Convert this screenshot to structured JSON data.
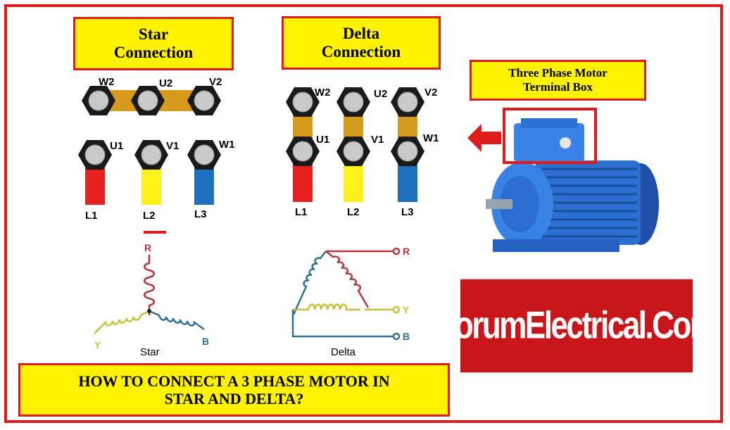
{
  "star_title": [
    "Star",
    "Connection"
  ],
  "delta_title": [
    "Delta",
    "Connection"
  ],
  "terminal_box_title": [
    "Three Phase Motor",
    "Terminal Box"
  ],
  "star_top_terminals": [
    "W2",
    "U2",
    "V2"
  ],
  "star_bottom_terminals": [
    "U1",
    "V1",
    "W1"
  ],
  "delta_top_terminals": [
    "W2",
    "U2",
    "V2"
  ],
  "delta_bottom_terminals": [
    "U1",
    "V1",
    "W1"
  ],
  "lines": [
    "L1",
    "L2",
    "L3"
  ],
  "phases": {
    "r": "R",
    "y": "Y",
    "b": "B"
  },
  "star_label": "Star",
  "delta_label": "Delta",
  "brand": "ForumElectrical.Com",
  "bottom_caption": [
    "HOW TO CONNECT A 3 PHASE MOTOR IN",
    "STAR AND DELTA?"
  ],
  "colors": {
    "frame": "#e01b1b",
    "title_fill": "#fff200",
    "link": "#d69a1c",
    "hex_nut": "#1a1a1a",
    "stud": "#c9c9c9",
    "l1": "#e61f1f",
    "l2": "#fff21a",
    "l3": "#1f6fc1",
    "coil_r": "#b5373f",
    "coil_y": "#c3c23a",
    "coil_b": "#2f6f8f",
    "brand_bg": "#c8161b",
    "motor": "#2b6fd0"
  }
}
